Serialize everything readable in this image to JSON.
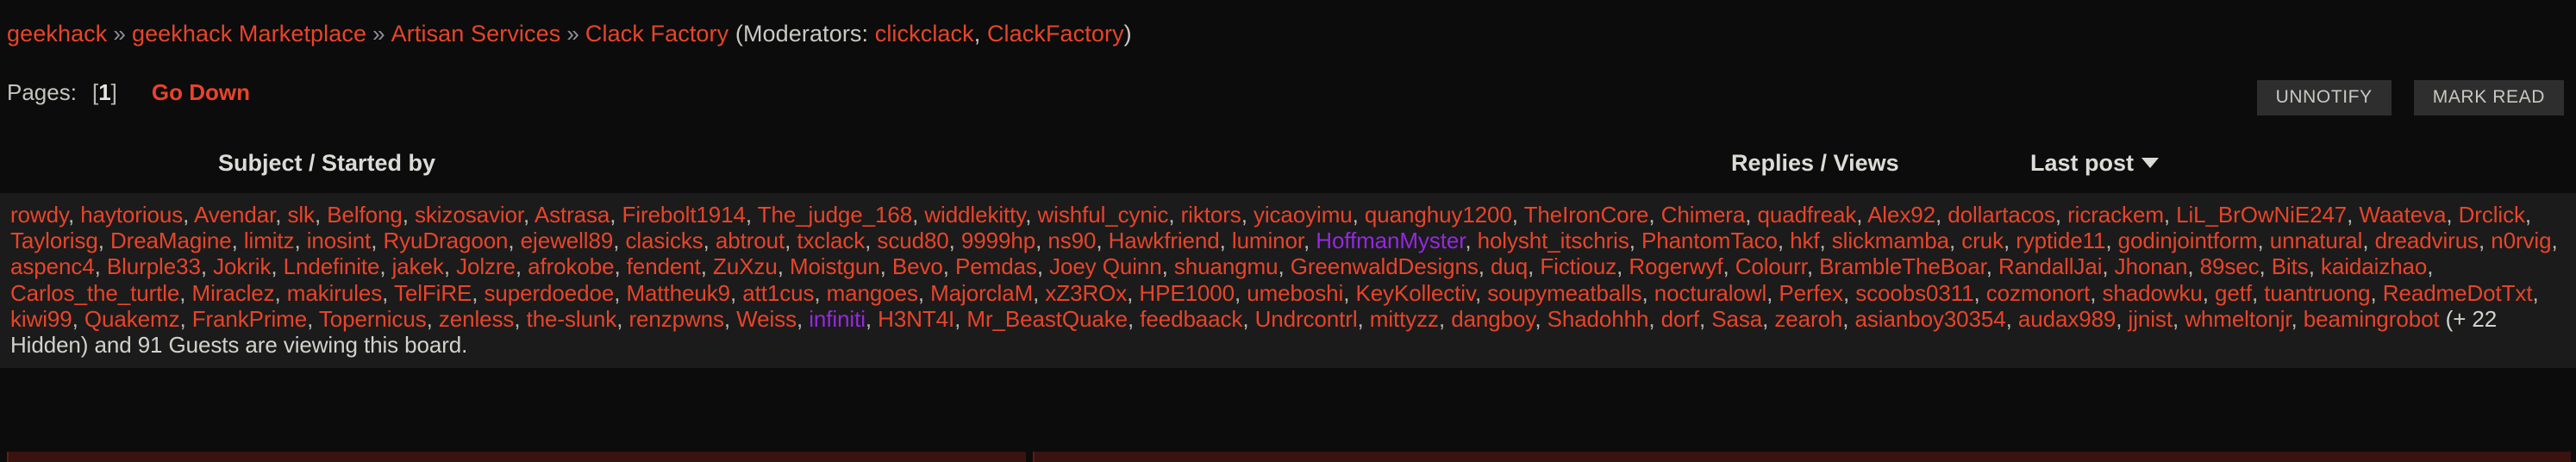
{
  "breadcrumb": {
    "separator": "»",
    "items": [
      {
        "label": "geekhack",
        "link": true
      },
      {
        "label": "geekhack Marketplace",
        "link": true
      },
      {
        "label": "Artisan Services",
        "link": true
      },
      {
        "label": "Clack Factory",
        "link": true
      }
    ],
    "moderators_prefix": "(Moderators:",
    "moderators": [
      "clickclack",
      "ClackFactory"
    ],
    "moderators_suffix": ")"
  },
  "pagebar": {
    "pages_label": "Pages:",
    "current_page": "1",
    "page_open_bracket": "[",
    "page_close_bracket": "]",
    "go_down_label": "Go Down"
  },
  "toolbar": {
    "unnotify_label": "UNNOTIFY",
    "mark_read_label": "MARK READ"
  },
  "table_header": {
    "subject": "Subject / Started by",
    "replies_views": "Replies / Views",
    "last_post": "Last post",
    "sort_caret": "sort-descending-caret"
  },
  "colors": {
    "link_red": "#e8442a",
    "purple_user": "#9528e0",
    "text_grey": "#d5d5d0",
    "panel_bg": "#1b1b1b",
    "page_bg": "#0c0c0c",
    "button_bg": "#2e2e2e"
  },
  "users_online": {
    "users": [
      {
        "name": "rowdy"
      },
      {
        "name": "haytorious"
      },
      {
        "name": "Avendar"
      },
      {
        "name": "slk"
      },
      {
        "name": "Belfong"
      },
      {
        "name": "skizosavior"
      },
      {
        "name": "Astrasa"
      },
      {
        "name": "Firebolt1914"
      },
      {
        "name": "The_judge_168"
      },
      {
        "name": "widdlekitty"
      },
      {
        "name": "wishful_cynic"
      },
      {
        "name": "riktors"
      },
      {
        "name": "yicaoyimu"
      },
      {
        "name": "quanghuy1200"
      },
      {
        "name": "TheIronCore"
      },
      {
        "name": "Chimera"
      },
      {
        "name": "quadfreak"
      },
      {
        "name": "Alex92"
      },
      {
        "name": "dollartacos"
      },
      {
        "name": "ricrackem"
      },
      {
        "name": "LiL_BrOwNiE247"
      },
      {
        "name": "Waateva"
      },
      {
        "name": "Drclick"
      },
      {
        "name": "Taylorisg"
      },
      {
        "name": "DreaMagine"
      },
      {
        "name": "limitz"
      },
      {
        "name": "inosint"
      },
      {
        "name": "RyuDragoon"
      },
      {
        "name": "ejewell89"
      },
      {
        "name": "clasicks"
      },
      {
        "name": "abtrout"
      },
      {
        "name": "txclack"
      },
      {
        "name": "scud80"
      },
      {
        "name": "9999hp"
      },
      {
        "name": "ns90"
      },
      {
        "name": "Hawkfriend"
      },
      {
        "name": "luminor"
      },
      {
        "name": "HoffmanMyster",
        "color": "purple"
      },
      {
        "name": "holysht_itschris"
      },
      {
        "name": "PhantomTaco"
      },
      {
        "name": "hkf"
      },
      {
        "name": "slickmamba"
      },
      {
        "name": "cruk"
      },
      {
        "name": "ryptide11"
      },
      {
        "name": "godinjointform"
      },
      {
        "name": "unnatural"
      },
      {
        "name": "dreadvirus"
      },
      {
        "name": "n0rvig"
      },
      {
        "name": "aspenc4"
      },
      {
        "name": "Blurple33"
      },
      {
        "name": "Jokrik"
      },
      {
        "name": "Lndefinite"
      },
      {
        "name": "jakek"
      },
      {
        "name": "Jolzre"
      },
      {
        "name": "afrokobe"
      },
      {
        "name": "fendent"
      },
      {
        "name": "ZuXzu"
      },
      {
        "name": "Moistgun"
      },
      {
        "name": "Bevo"
      },
      {
        "name": "Pemdas"
      },
      {
        "name": "Joey Quinn"
      },
      {
        "name": "shuangmu"
      },
      {
        "name": "GreenwaldDesigns"
      },
      {
        "name": "duq"
      },
      {
        "name": "Fictiouz"
      },
      {
        "name": "Rogerwyf"
      },
      {
        "name": "Colourr"
      },
      {
        "name": "BrambleTheBoar"
      },
      {
        "name": "RandallJai"
      },
      {
        "name": "Jhonan"
      },
      {
        "name": "89sec"
      },
      {
        "name": "Bits"
      },
      {
        "name": "kaidaizhao"
      },
      {
        "name": "Carlos_the_turtle"
      },
      {
        "name": "Miraclez"
      },
      {
        "name": "makirules"
      },
      {
        "name": "TelFiRE"
      },
      {
        "name": "superdoedoe"
      },
      {
        "name": "Mattheuk9"
      },
      {
        "name": "att1cus"
      },
      {
        "name": "mangoes"
      },
      {
        "name": "MajorclaM"
      },
      {
        "name": "xZ3ROx"
      },
      {
        "name": "HPE1000"
      },
      {
        "name": "umeboshi"
      },
      {
        "name": "KeyKollectiv"
      },
      {
        "name": "soupymeatballs"
      },
      {
        "name": "nocturalowl"
      },
      {
        "name": "Perfex"
      },
      {
        "name": "scoobs0311"
      },
      {
        "name": "cozmonort"
      },
      {
        "name": "shadowku"
      },
      {
        "name": "getf"
      },
      {
        "name": "tuantruong"
      },
      {
        "name": "ReadmeDotTxt"
      },
      {
        "name": "kiwi99"
      },
      {
        "name": "Quakemz"
      },
      {
        "name": "FrankPrime"
      },
      {
        "name": "Topernicus"
      },
      {
        "name": "zenless"
      },
      {
        "name": "the-slunk"
      },
      {
        "name": "renzpwns"
      },
      {
        "name": "Weiss"
      },
      {
        "name": "infiniti",
        "color": "purple"
      },
      {
        "name": "H3NT4I"
      },
      {
        "name": "Mr_BeastQuake"
      },
      {
        "name": "feedbaack"
      },
      {
        "name": "Undrcontrl"
      },
      {
        "name": "mittyzz"
      },
      {
        "name": "dangboy"
      },
      {
        "name": "Shadohhh"
      },
      {
        "name": "dorf"
      },
      {
        "name": "Sasa"
      },
      {
        "name": "zearoh"
      },
      {
        "name": "asianboy30354"
      },
      {
        "name": "audax989"
      },
      {
        "name": "jjnist"
      },
      {
        "name": "whmeltonjr"
      },
      {
        "name": "beamingrobot"
      }
    ],
    "separator": ", ",
    "hidden_count_text": "(+ 22 Hidden)",
    "guests_text": "and 91 Guests are viewing this board."
  }
}
